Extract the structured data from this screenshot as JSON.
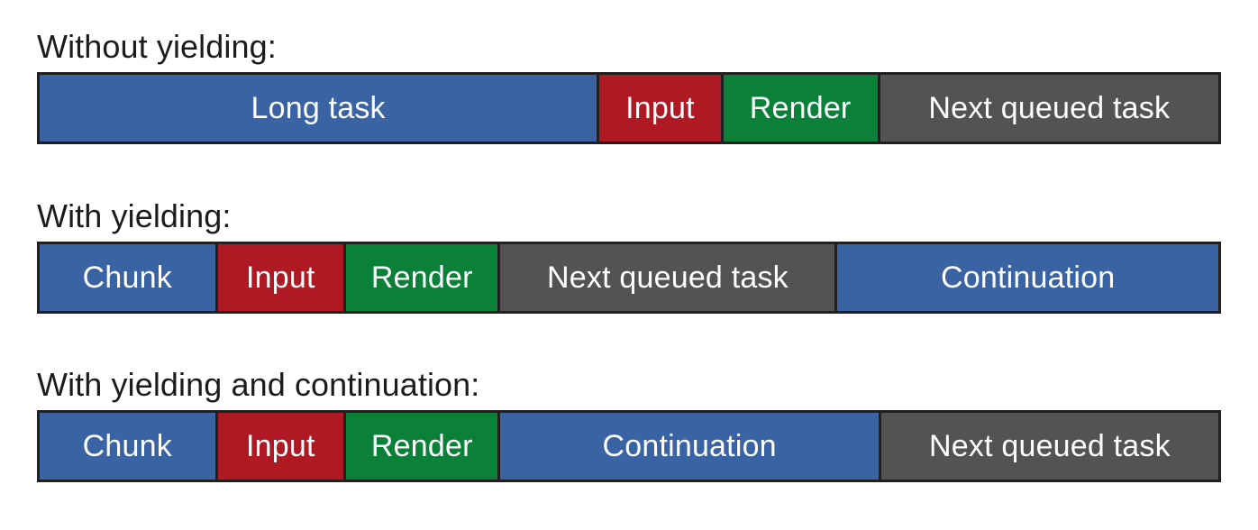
{
  "palette": {
    "task_blue": "#3A63A4",
    "input_red": "#AE1923",
    "render_green": "#0A8039",
    "queued_gray": "#535353",
    "border_black": "#231f20",
    "background": "#ffffff",
    "label_text": "#1c1c1c",
    "segment_text": "#ffffff"
  },
  "chart_data": {
    "type": "bar",
    "title": "",
    "xlabel": "",
    "ylabel": "",
    "orientation": "horizontal-stacked",
    "note": "Three stacked horizontal timeline bars comparing main-thread task scheduling",
    "categories": [
      "Without yielding:",
      "With yielding:",
      "With yielding and continuation:"
    ],
    "series": [
      {
        "name": "Without yielding:",
        "segments": [
          {
            "label": "Long task",
            "percent": 47.5,
            "color": "#3A63A4"
          },
          {
            "label": "Input",
            "percent": 10.5,
            "color": "#AE1923"
          },
          {
            "label": "Render",
            "percent": 13.3,
            "color": "#0A8039"
          },
          {
            "label": "Next queued task",
            "percent": 28.7,
            "color": "#535353"
          }
        ]
      },
      {
        "name": "With yielding:",
        "segments": [
          {
            "label": "Chunk",
            "percent": 15.1,
            "color": "#3A63A4"
          },
          {
            "label": "Input",
            "percent": 10.9,
            "color": "#AE1923"
          },
          {
            "label": "Render",
            "percent": 13.1,
            "color": "#0A8039"
          },
          {
            "label": "Next queued task",
            "percent": 28.6,
            "color": "#535353"
          },
          {
            "label": "Continuation",
            "percent": 32.3,
            "color": "#3A63A4"
          }
        ]
      },
      {
        "name": "With yielding and continuation:",
        "segments": [
          {
            "label": "Chunk",
            "percent": 15.1,
            "color": "#3A63A4"
          },
          {
            "label": "Input",
            "percent": 10.9,
            "color": "#AE1923"
          },
          {
            "label": "Render",
            "percent": 13.1,
            "color": "#0A8039"
          },
          {
            "label": "Continuation",
            "percent": 32.3,
            "color": "#3A63A4"
          },
          {
            "label": "Next queued task",
            "percent": 28.6,
            "color": "#535353"
          }
        ]
      }
    ]
  }
}
